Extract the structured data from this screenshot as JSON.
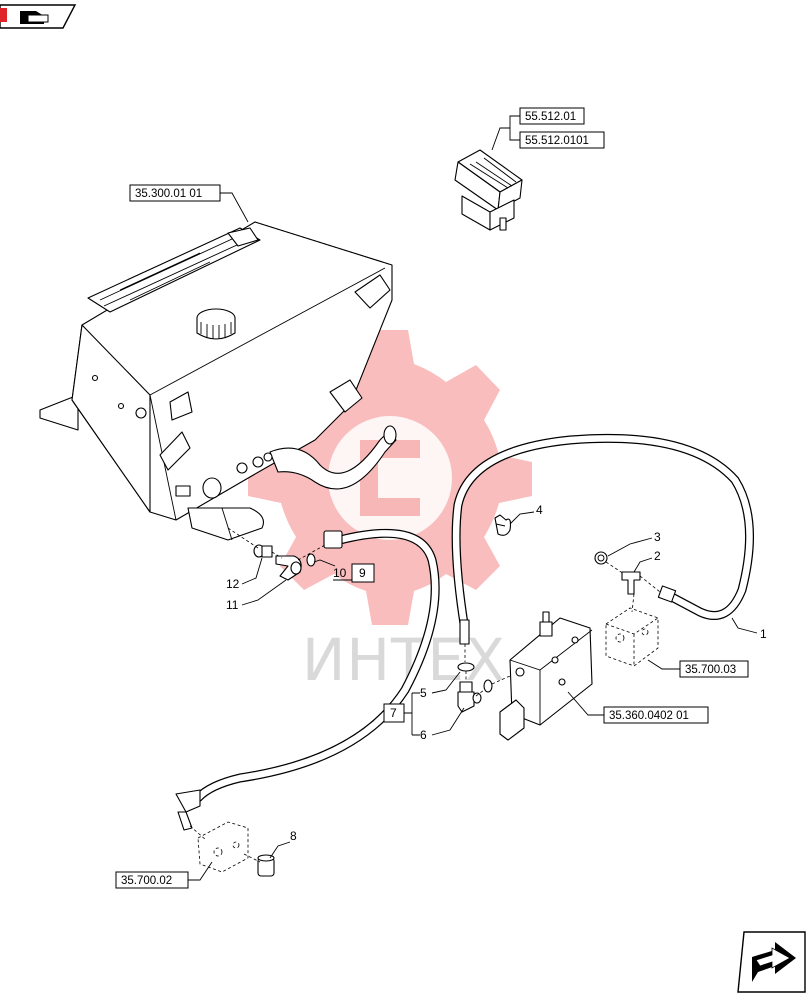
{
  "watermark_text": "ИНТЕХ",
  "references": [
    {
      "id": "ref-55-512-01",
      "label": "55.512.01"
    },
    {
      "id": "ref-55-512-0101",
      "label": "55.512.0101"
    },
    {
      "id": "ref-35-300-01-01",
      "label": "35.300.01 01"
    },
    {
      "id": "ref-35-700-03",
      "label": "35.700.03"
    },
    {
      "id": "ref-35-360-0402-01",
      "label": "35.360.0402 01"
    },
    {
      "id": "ref-35-700-02",
      "label": "35.700.02"
    }
  ],
  "callouts": [
    "1",
    "2",
    "3",
    "4",
    "5",
    "6",
    "8",
    "11",
    "12",
    "10"
  ],
  "boxed_callouts": [
    "9",
    "7"
  ],
  "icons": {
    "top_nav": "book-page-icon",
    "bottom_nav": "next-page-arrow-icon",
    "brand_color": "#e0242b"
  }
}
